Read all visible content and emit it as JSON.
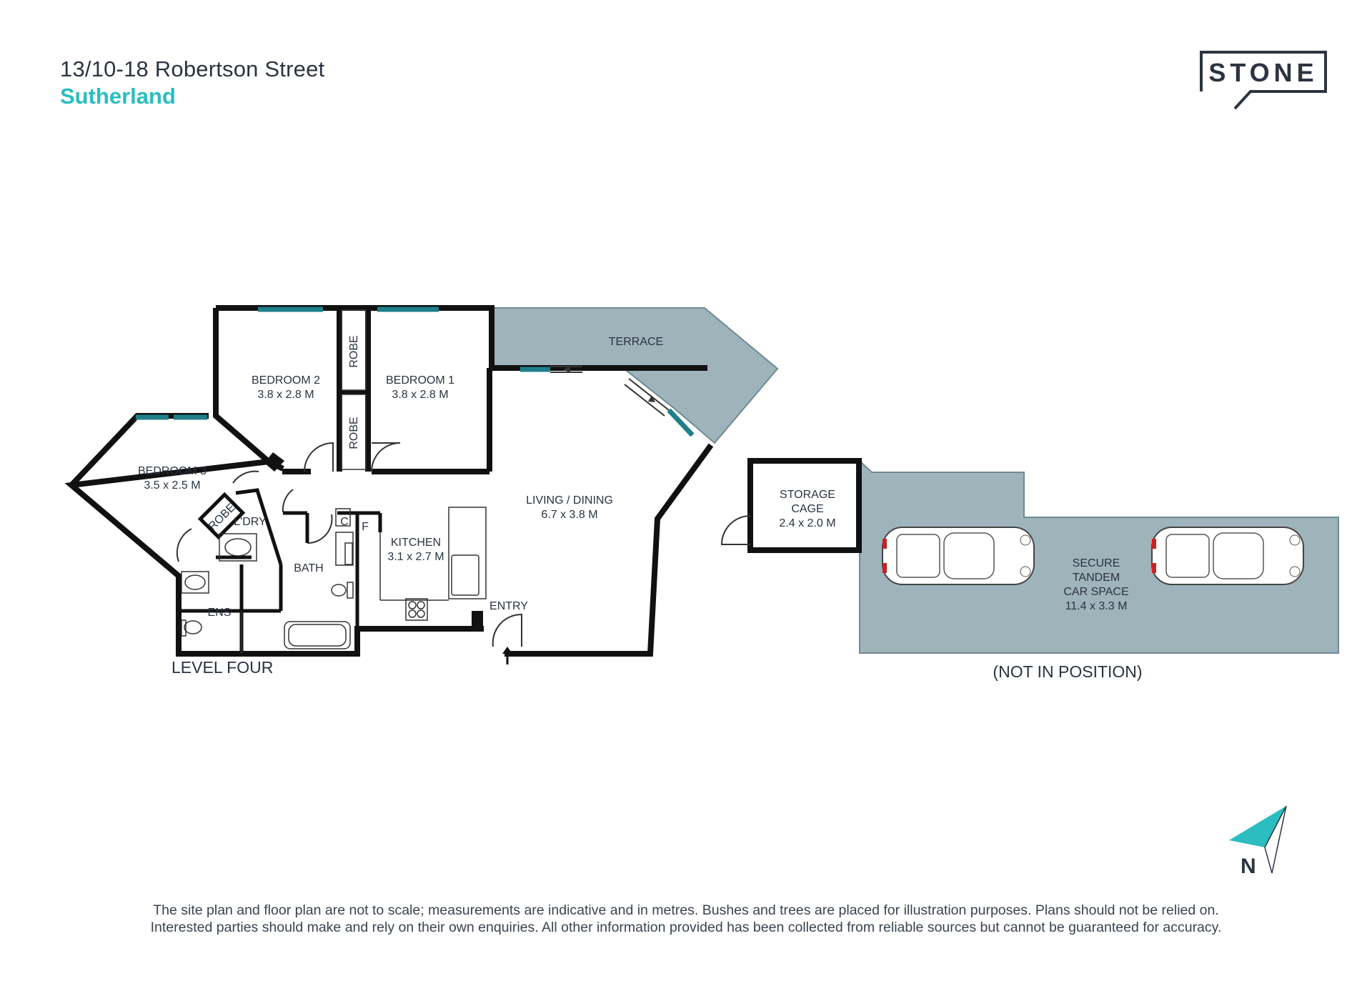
{
  "header": {
    "address": "13/10-18 Robertson Street",
    "suburb": "Sutherland"
  },
  "logo": {
    "text": "STONE"
  },
  "rooms": {
    "terrace": "TERRACE",
    "bedroom2_name": "BEDROOM 2",
    "bedroom2_size": "3.8 x 2.8 M",
    "bedroom1_name": "BEDROOM 1",
    "bedroom1_size": "3.8 x 2.8 M",
    "robe": "ROBE",
    "bedroom3_name": "BEDROOM 3",
    "bedroom3_size": "3.5 x 2.5 M",
    "laundry": "L'DRY",
    "bath": "BATH",
    "ensuite": "ENS",
    "c": "C",
    "f": "F",
    "kitchen_name": "KITCHEN",
    "kitchen_size": "3.1 x 2.7 M",
    "living_name": "LIVING / DINING",
    "living_size": "6.7 x 3.8 M",
    "entry": "ENTRY",
    "storage_line1": "STORAGE",
    "storage_line2": "CAGE",
    "storage_size": "2.4 x 2.0 M",
    "car_line1": "SECURE",
    "car_line2": "TANDEM",
    "car_line3": "CAR SPACE",
    "car_size": "11.4 x 3.3 M"
  },
  "labels": {
    "level": "LEVEL FOUR",
    "not_in_position": "(NOT IN POSITION)"
  },
  "north": {
    "letter": "N"
  },
  "disclaimer": {
    "line1": "The site plan and floor plan are not to scale; measurements are indicative and in metres. Bushes and trees are placed for illustration purposes. Plans should not be relied on.",
    "line2": "Interested parties should make and rely on their own enquiries. All other information provided has been collected from reliable sources but cannot be guaranteed for accuracy."
  },
  "colors": {
    "wall": "#111111",
    "terrace_fill": "#9fb3bb",
    "window": "#1f7f8a",
    "accent": "#2bbdc0",
    "text": "#2a3340"
  }
}
